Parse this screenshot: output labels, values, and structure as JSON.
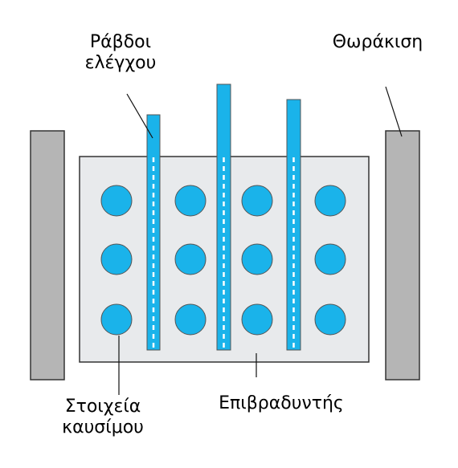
{
  "labels": {
    "control_rods": [
      "Ράβδοι",
      "ελέγχου"
    ],
    "shielding": "Θωράκιση",
    "fuel_elements": [
      "Στοιχεία",
      "καυσίμου"
    ],
    "moderator": "Επιβραδυντής"
  },
  "colors": {
    "shielding_fill": "#b5b5b5",
    "moderator_fill": "#e8eaec",
    "rod_fill": "#1ab3ea",
    "fuel_fill": "#1ab3ea",
    "rod_dash": "#ffffff",
    "outline": "#333333"
  }
}
